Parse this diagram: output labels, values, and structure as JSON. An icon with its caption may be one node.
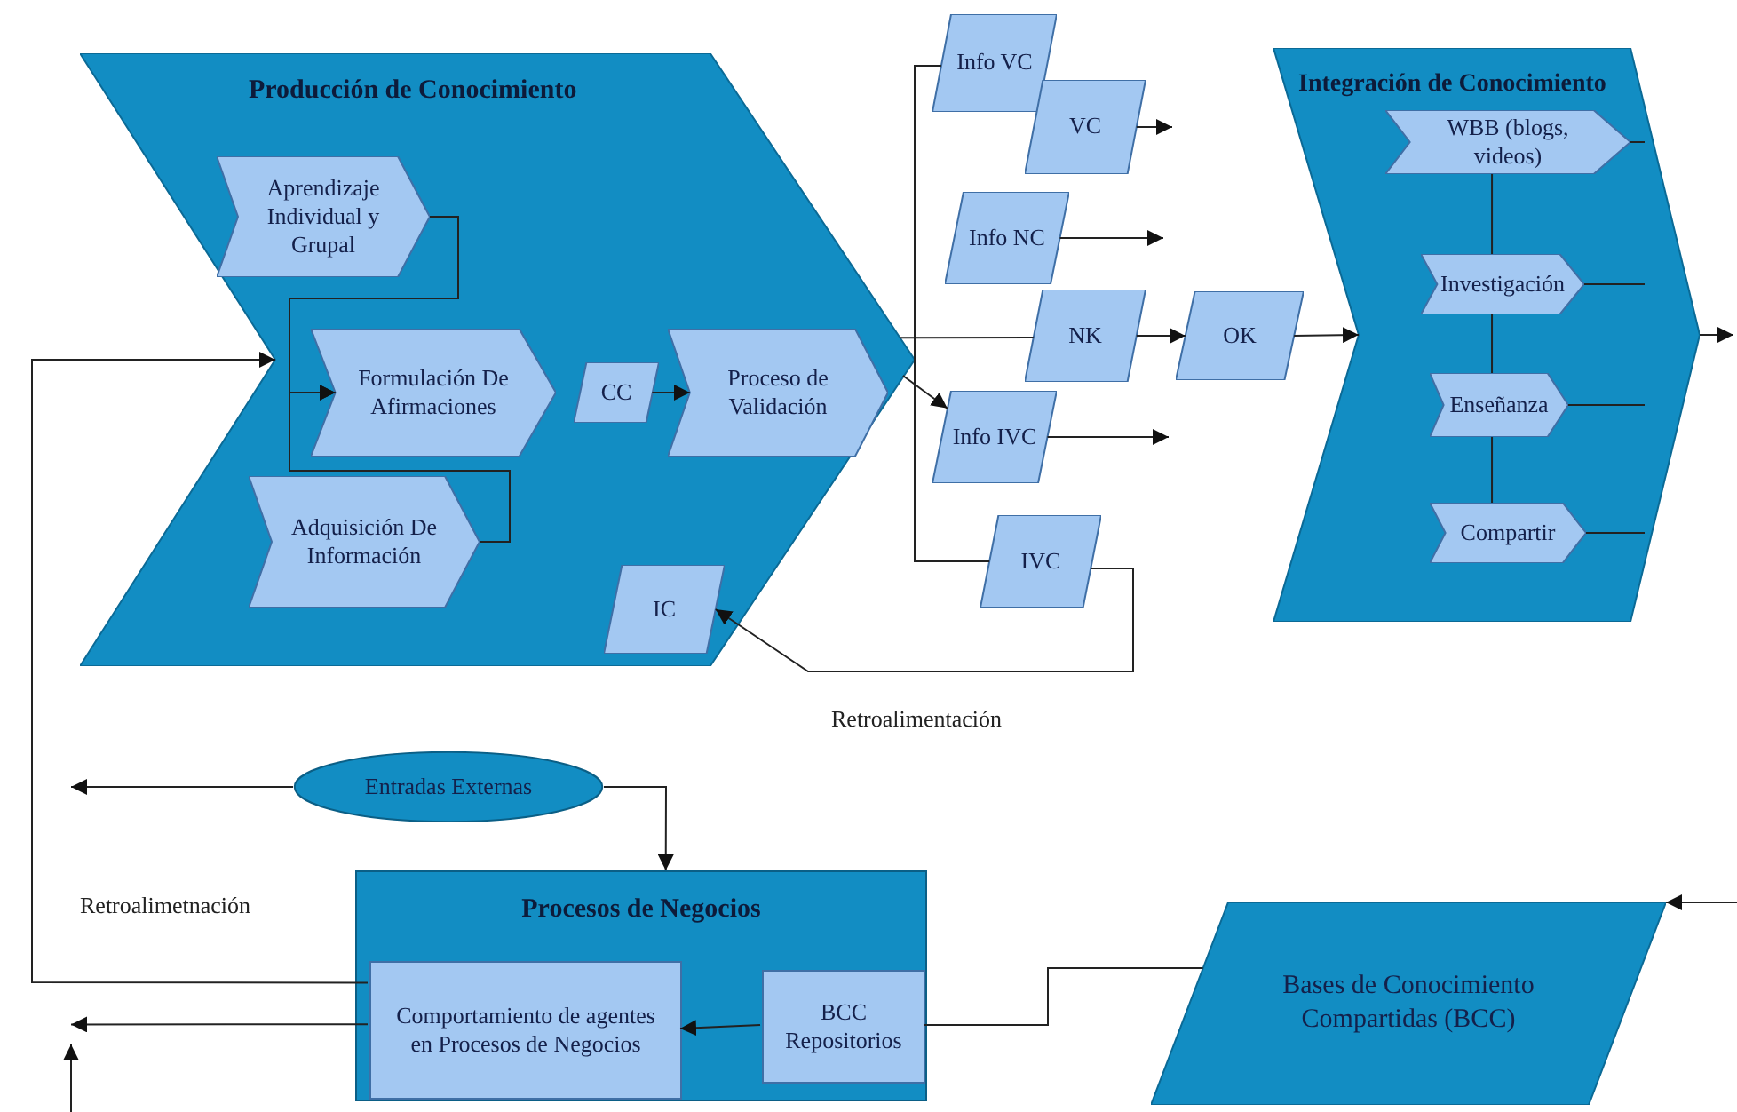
{
  "diagram": {
    "nodes": [
      {
        "text": [
          "Producción de Conocimiento"
        ]
      },
      {
        "text": [
          "Aprendizaje Individual y Grupal"
        ],
        "in": 0
      },
      {
        "text": [
          "Formulación De Afirmaciones"
        ],
        "in": 0
      },
      {
        "text": [
          "Adquisición De Información"
        ],
        "in": 0
      },
      {
        "text": [
          "CC"
        ],
        "in": 0
      },
      {
        "text": [
          "Proceso de Validación"
        ],
        "in": 0
      },
      {
        "text": [
          "IC"
        ],
        "in": 0
      },
      {
        "text": [
          "Info VC"
        ]
      },
      {
        "text": [
          "VC"
        ]
      },
      {
        "text": [
          "Info NC"
        ]
      },
      {
        "text": [
          "NK"
        ]
      },
      {
        "text": [
          "Info IVC"
        ]
      },
      {
        "text": [
          "IVC"
        ]
      },
      {
        "text": [
          "OK"
        ]
      },
      {
        "text": [
          "Integración de Conocimiento"
        ]
      },
      {
        "text": [
          "WBB (blogs, videos)"
        ],
        "in": 14
      },
      {
        "text": [
          "Investigación"
        ],
        "in": 14
      },
      {
        "text": [
          "Enseñanza"
        ],
        "in": 14
      },
      {
        "text": [
          "Compartir"
        ],
        "in": 14
      },
      {
        "text": [
          "Entradas Externas"
        ]
      },
      {
        "text": [
          "Procesos de Negocios"
        ]
      },
      {
        "text": [
          "Comportamiento de agentes en Procesos de Negocios"
        ],
        "in": 20
      },
      {
        "text": [
          "BCC Repositorios"
        ],
        "in": 20
      },
      {
        "text": [
          "Bases de Conocimiento Compartidas (BCC)"
        ]
      }
    ],
    "edges": [
      {
        "from": 1,
        "to": 2,
        "arrow": "to"
      },
      {
        "from": 3,
        "to": 2,
        "arrow": "to"
      },
      {
        "from": 4,
        "to": 5,
        "arrow": "to"
      },
      {
        "from": 21,
        "to": 0,
        "arrow": "to"
      },
      {
        "from": 21,
        "to": null,
        "arrow": "to"
      },
      {
        "from": 19,
        "to": null,
        "arrow": "to"
      },
      {
        "from": 19,
        "to": 20,
        "arrow": "to"
      },
      {
        "from": 22,
        "to": 21,
        "arrow": "to"
      },
      {
        "from": 23,
        "to": 22,
        "arrow": "none"
      },
      {
        "from": null,
        "to": 23,
        "arrow": "to"
      },
      {
        "from": 0,
        "to": 7,
        "arrow": "none"
      },
      {
        "from": 0,
        "to": 12,
        "arrow": "none"
      },
      {
        "from": 0,
        "to": 10,
        "arrow": "none"
      },
      {
        "from": 0,
        "to": 11,
        "arrow": "to"
      },
      {
        "from": 8,
        "to": null,
        "arrow": "to"
      },
      {
        "from": 9,
        "to": null,
        "arrow": "to"
      },
      {
        "from": 10,
        "to": 13,
        "arrow": "to"
      },
      {
        "from": 11,
        "to": null,
        "arrow": "to"
      },
      {
        "from": 13,
        "to": 14,
        "arrow": "to"
      },
      {
        "from": 12,
        "to": 6,
        "arrow": "to"
      },
      {
        "from": 15,
        "to": 16,
        "arrow": "none"
      },
      {
        "from": 16,
        "to": 17,
        "arrow": "none"
      },
      {
        "from": 17,
        "to": 18,
        "arrow": "none"
      },
      {
        "from": 15,
        "to": null,
        "arrow": "none"
      },
      {
        "from": 16,
        "to": null,
        "arrow": "none"
      },
      {
        "from": 17,
        "to": null,
        "arrow": "none"
      },
      {
        "from": 18,
        "to": null,
        "arrow": "none"
      },
      {
        "from": 14,
        "to": null,
        "arrow": "to"
      }
    ],
    "labels": [
      "Retroalimentación",
      "Retroalimetnación"
    ]
  }
}
